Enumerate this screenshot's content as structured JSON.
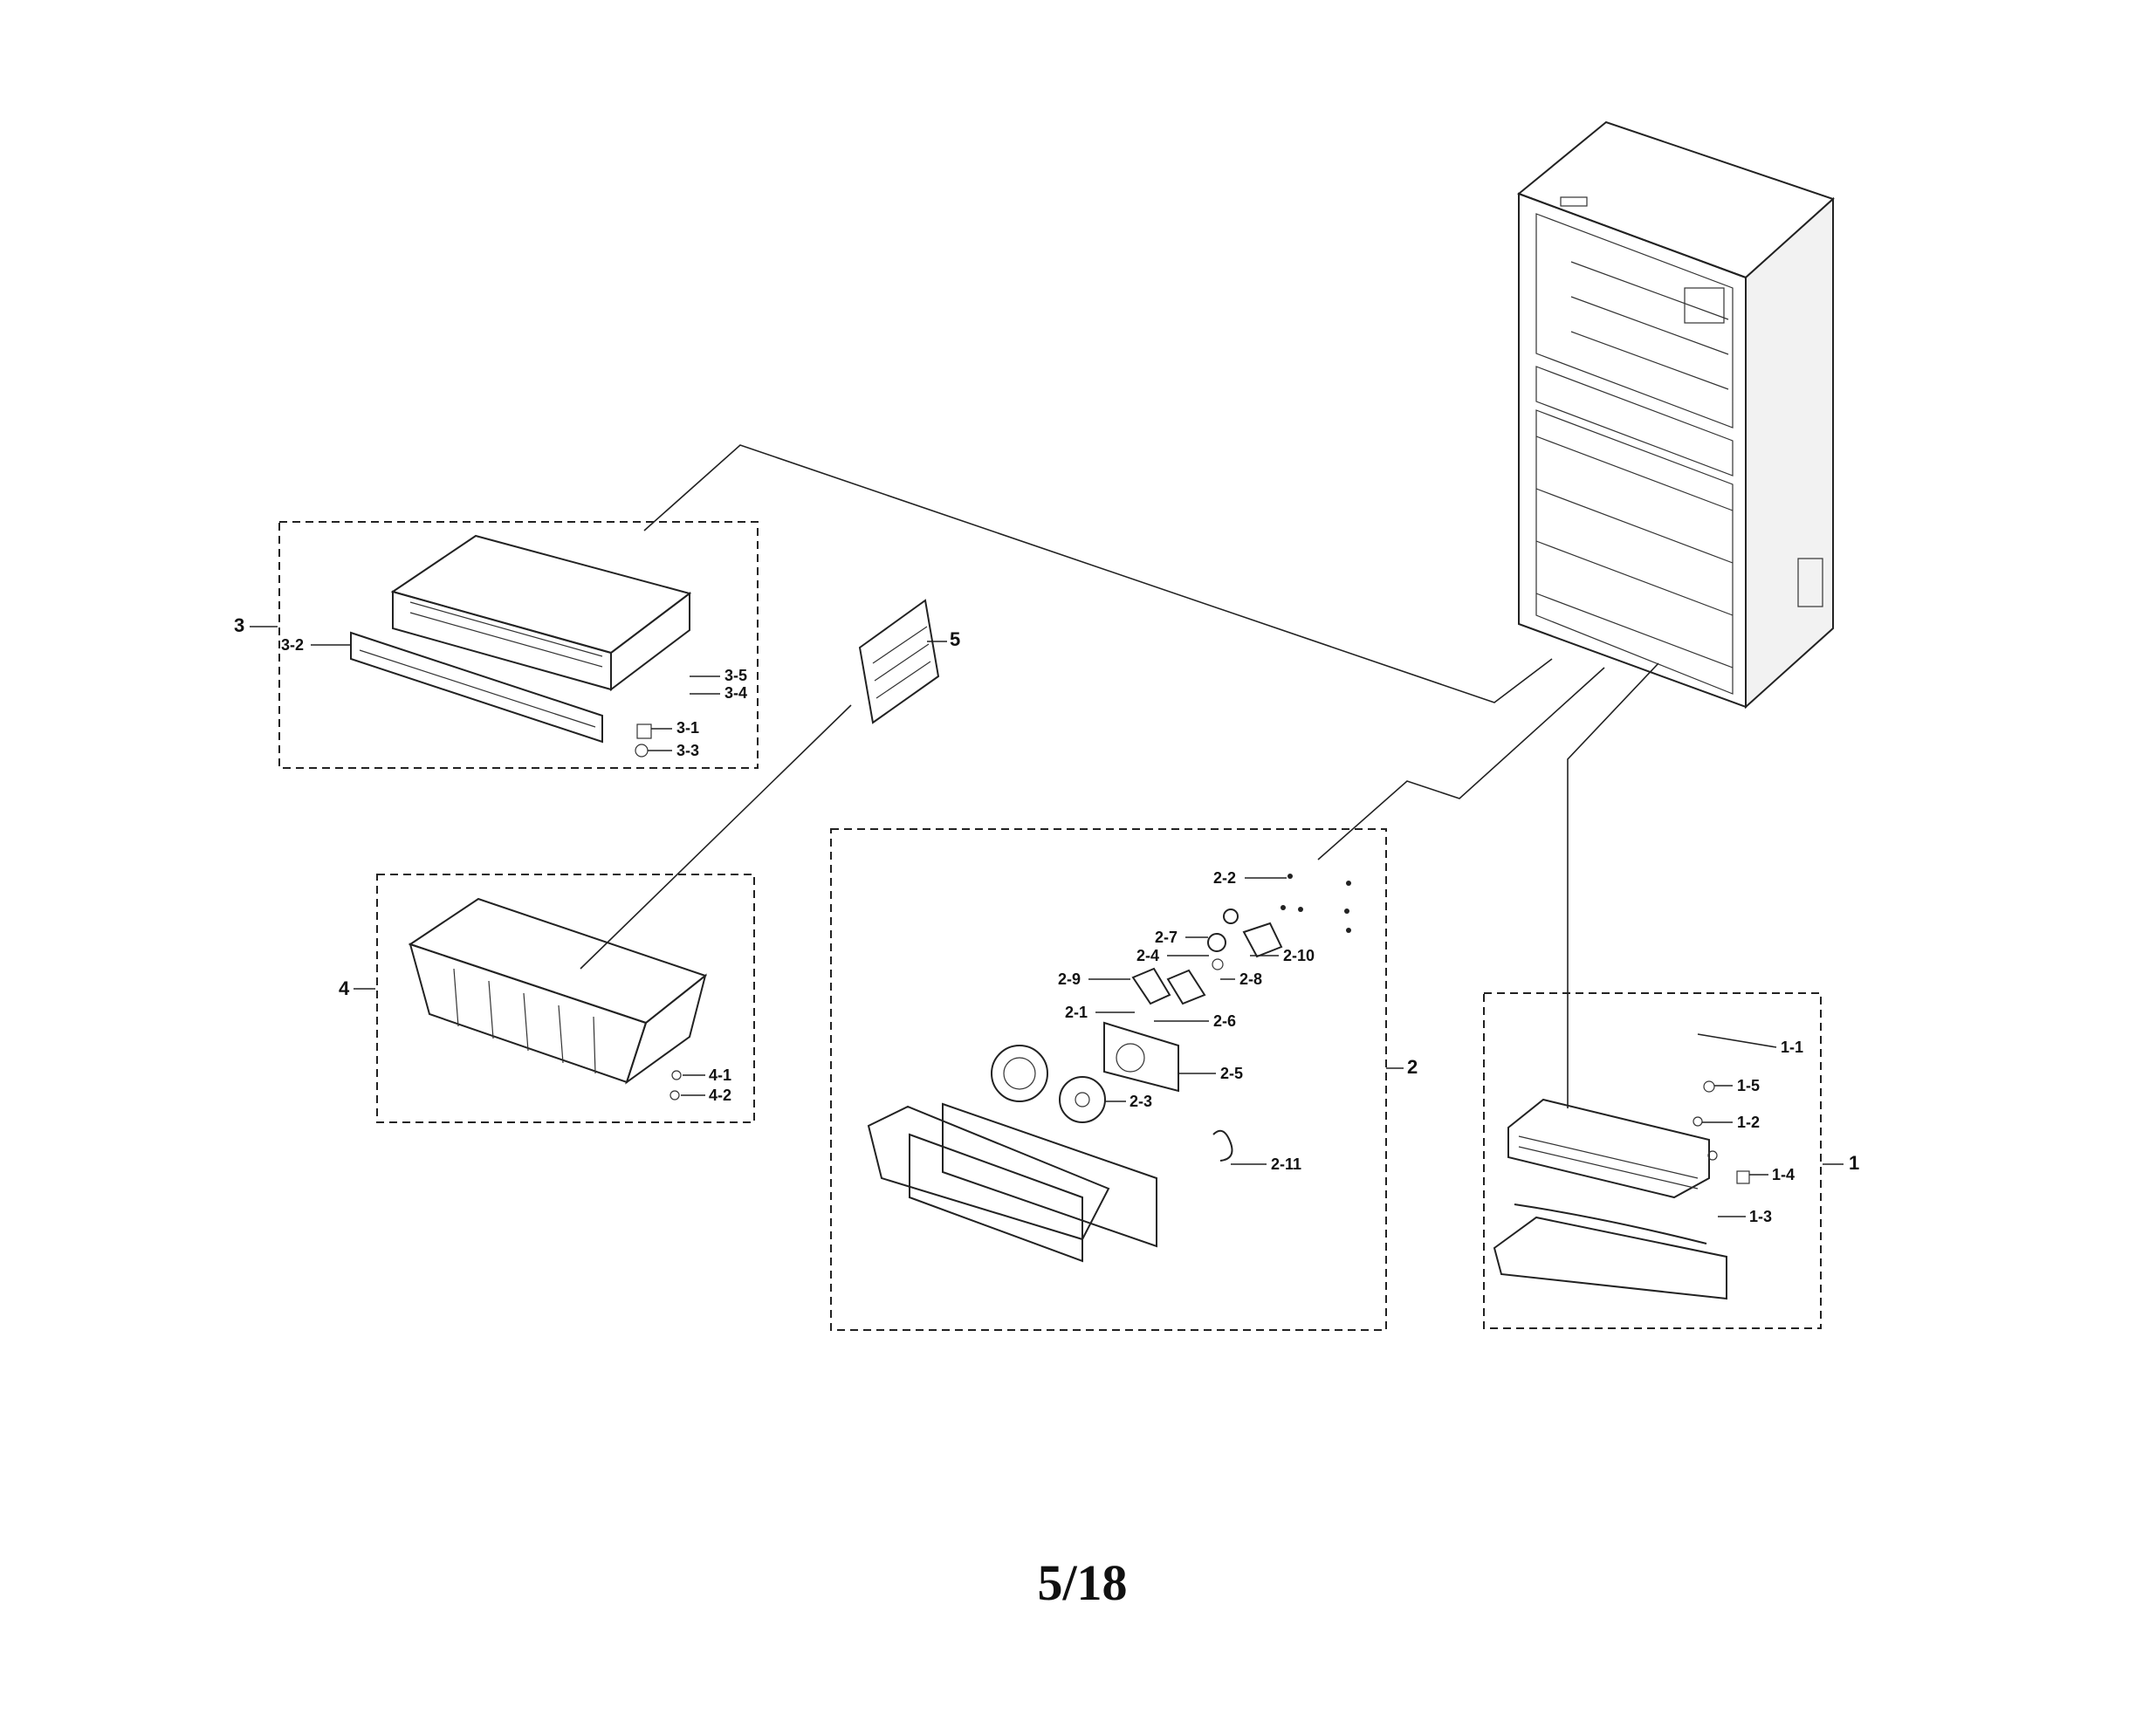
{
  "page_number": "5/18",
  "groups": {
    "g1": {
      "label": "1",
      "callouts": [
        "1-1",
        "1-5",
        "1-2",
        "1-4",
        "1-3"
      ]
    },
    "g2": {
      "label": "2",
      "callouts": [
        "2-2",
        "2-7",
        "2-4",
        "2-10",
        "2-9",
        "2-8",
        "2-1",
        "2-6",
        "2-5",
        "2-3",
        "2-11"
      ]
    },
    "g3": {
      "label": "3",
      "callouts": [
        "3-2",
        "3-5",
        "3-4",
        "3-1",
        "3-3"
      ]
    },
    "g4": {
      "label": "4",
      "callouts": [
        "4-1",
        "4-2"
      ]
    },
    "g5": {
      "label": "5"
    }
  }
}
